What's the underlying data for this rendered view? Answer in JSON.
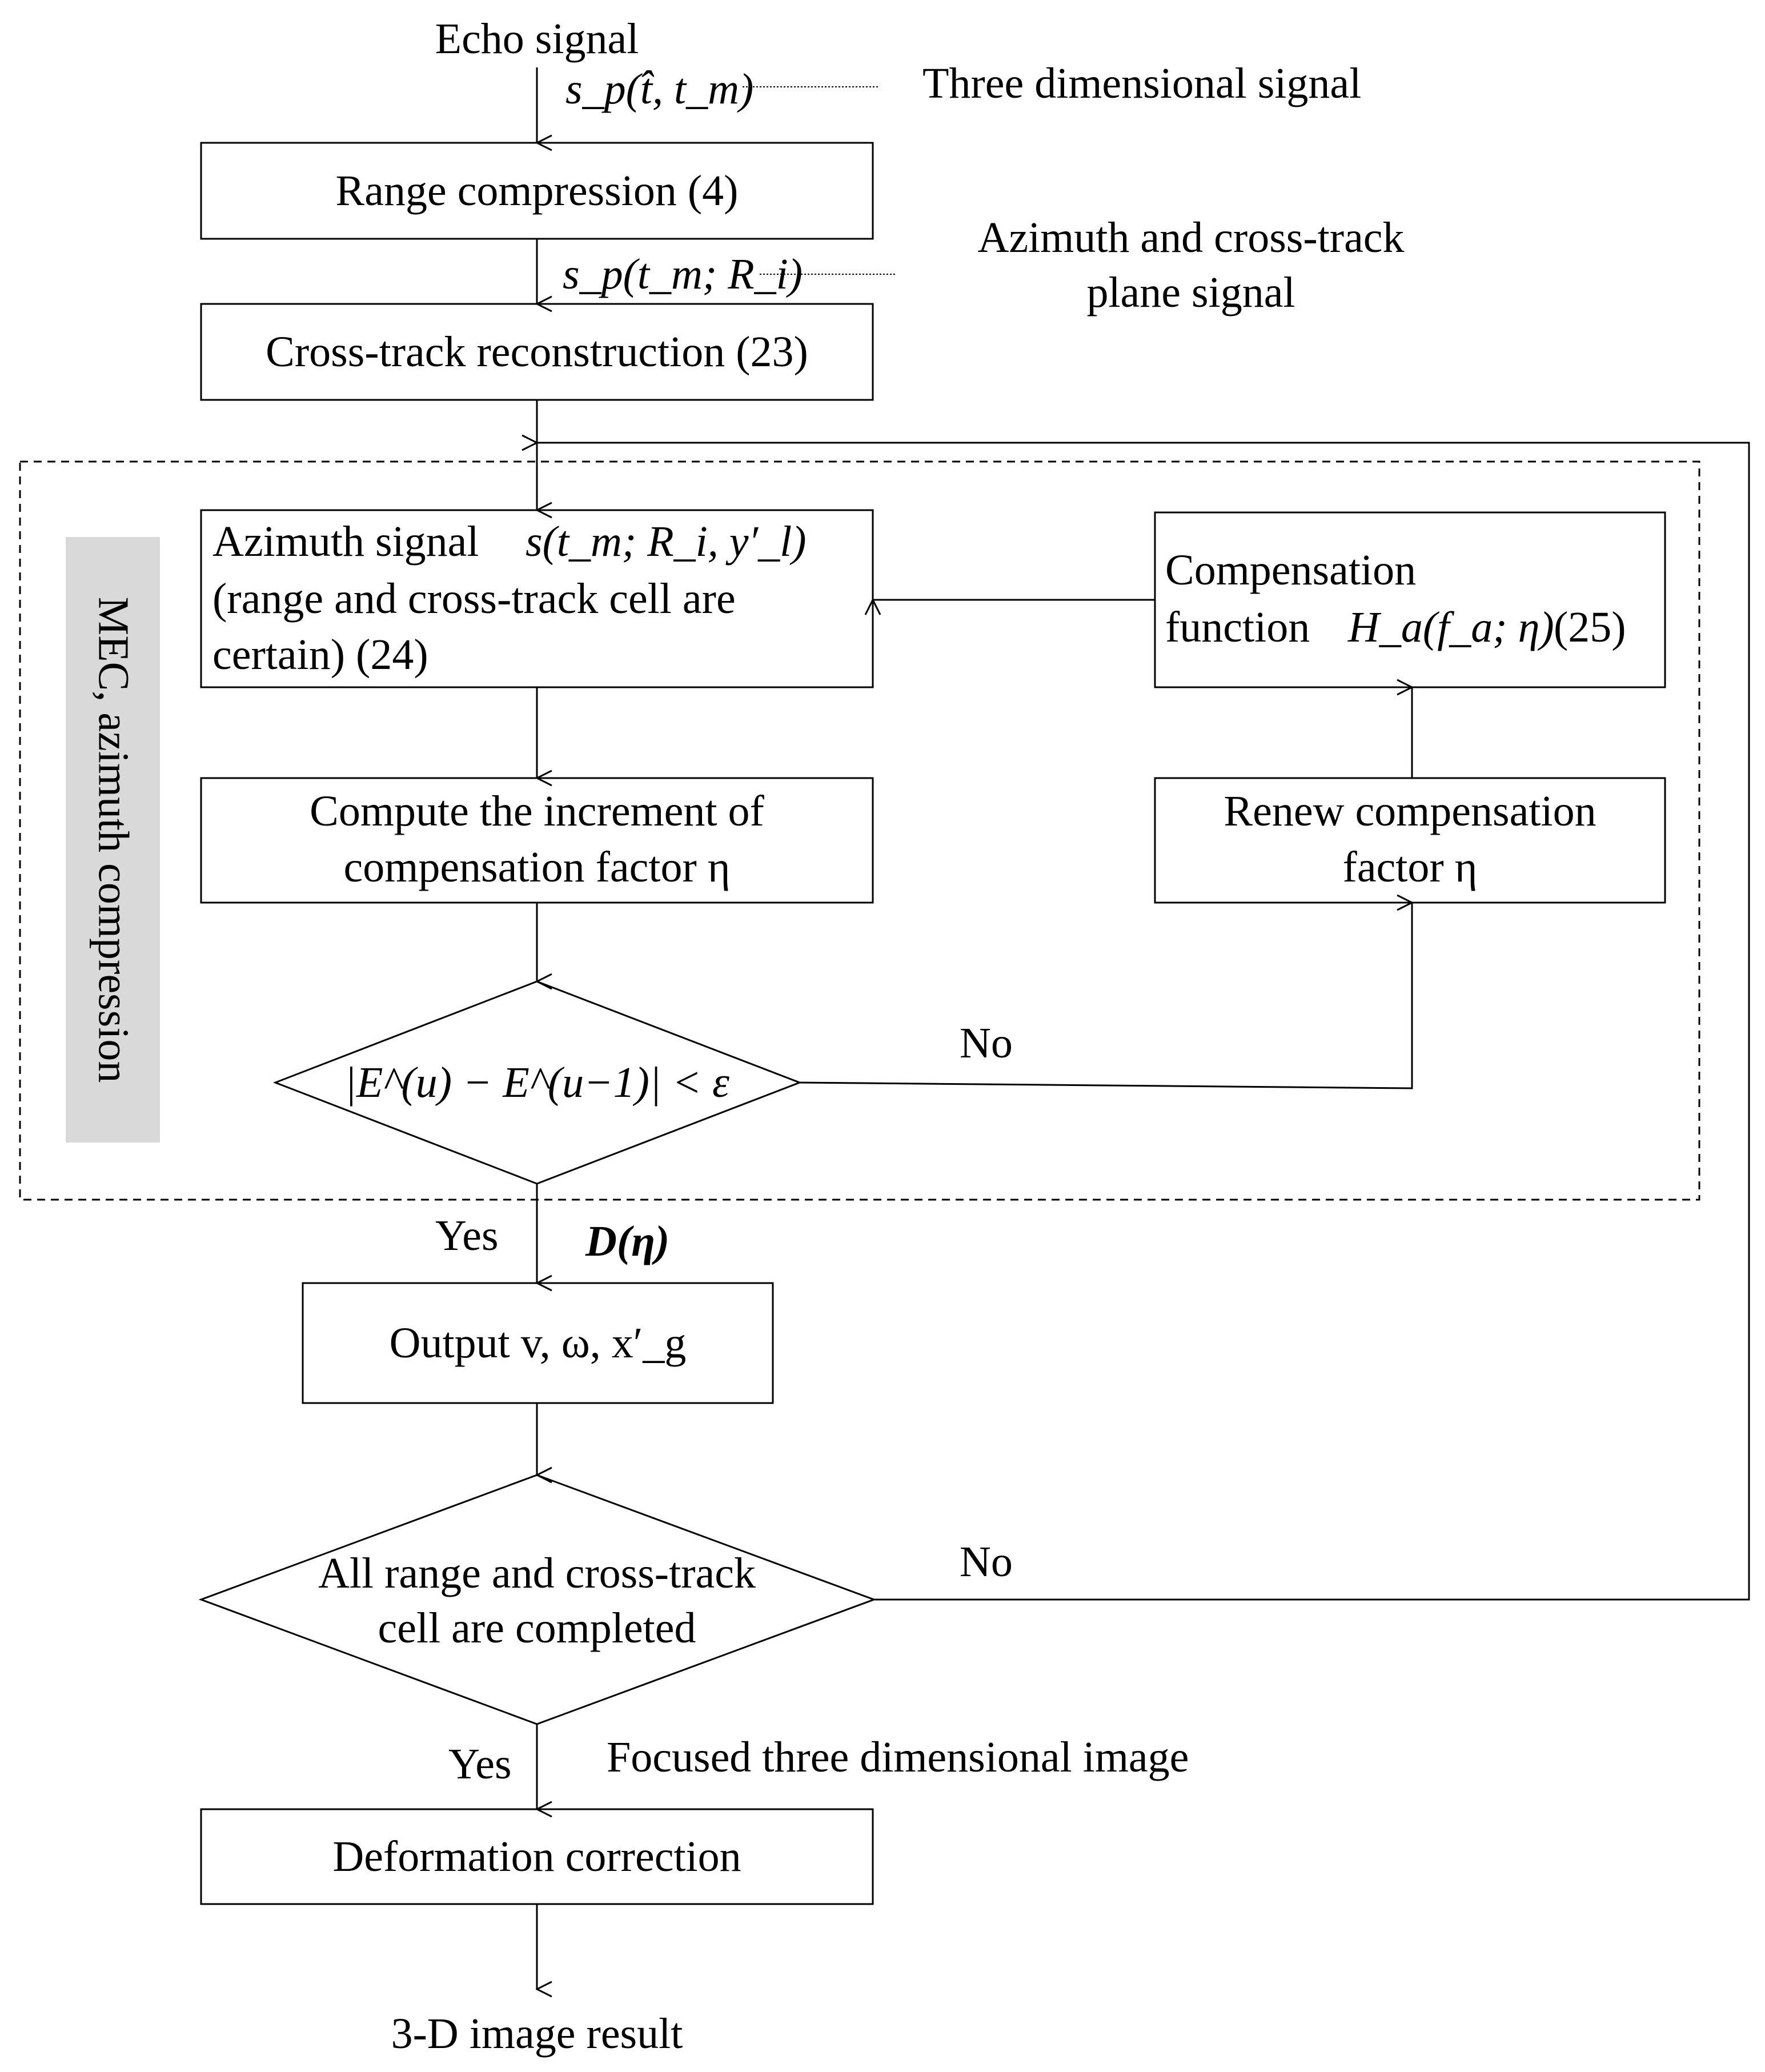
{
  "flow": {
    "input_label": "Echo signal",
    "signal1_note": "Three dimensional signal",
    "signal1_math": "s_p(t̂, t_m)",
    "step_range_compression": "Range compression (4)",
    "signal2_note_line1": "Azimuth and cross-track",
    "signal2_note_line2": "plane signal",
    "signal2_math": "s_p(t_m; R_i)",
    "step_cross_track": "Cross-track reconstruction (23)",
    "mec_label": "MEC, azimuth compression",
    "azimuth_box": {
      "line1_text": "Azimuth signal",
      "line1_math": "s(t_m; R_i, y′_l)",
      "line2": "(range and cross-track cell are",
      "line3": "certain) (24)"
    },
    "compensation_box": {
      "line1": "Compensation",
      "line2_text": "function",
      "line2_math": "H_a(f_a; η)",
      "line2_tail": "(25)"
    },
    "compute_box": {
      "line1": "Compute the increment of",
      "line2": "compensation factor η"
    },
    "renew_box": {
      "line1": "Renew compensation",
      "line2": "factor η"
    },
    "decision1": {
      "condition": "|E^(u) − E^(u−1)| < ε",
      "no_label": "No",
      "yes_label": "Yes"
    },
    "d_eta": "D(η)",
    "output_box": "Output v, ω, x′_g",
    "decision2": {
      "line1": "All range and cross-track",
      "line2": "cell are completed",
      "no_label": "No",
      "yes_label": "Yes"
    },
    "focused_note": "Focused three dimensional image",
    "step_deformation": "Deformation correction",
    "result_label": "3-D image result"
  }
}
